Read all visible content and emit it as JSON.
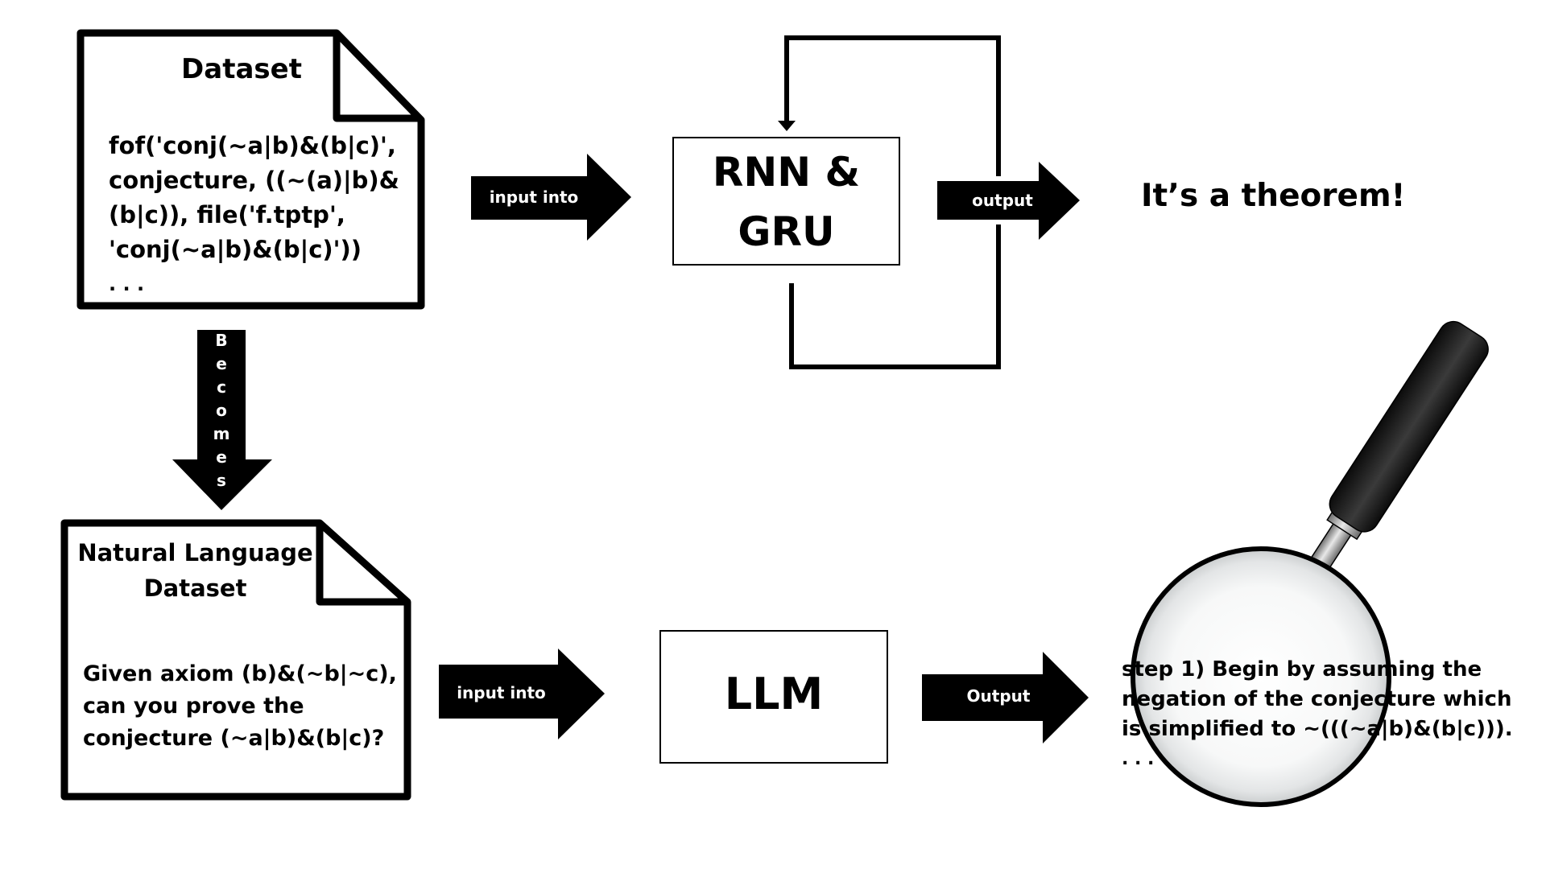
{
  "top_flow": {
    "dataset_doc": {
      "title": "Dataset",
      "lines": [
        "fof('conj(~a|b)&(b|c)',",
        "conjecture, ((~(a)|b)&",
        "(b|c)), file('f.tptp',",
        "'conj(~a|b)&(b|c)'))",
        ". . ."
      ]
    },
    "input_arrow_label": "input into",
    "model_box": {
      "line1": "RNN &",
      "line2": "GRU"
    },
    "output_arrow_label": "output",
    "result_text": "It’s a theorem!"
  },
  "transform_arrow": {
    "letters": [
      "B",
      "e",
      "c",
      "o",
      "m",
      "e",
      "s"
    ]
  },
  "bottom_flow": {
    "nl_dataset_doc": {
      "title_line1": "Natural Language",
      "title_line2": "Dataset",
      "lines": [
        "Given axiom (b)&(~b|~c),",
        "can you prove the",
        "conjecture (~a|b)&(b|c)?"
      ]
    },
    "input_arrow_label": "input into",
    "model_box": {
      "label": "LLM"
    },
    "output_arrow_label": "Output",
    "result_lines": [
      "step 1) Begin by assuming the",
      "negation of the conjecture which",
      "is simplified to ~(((~a|b)&(b|c))).",
      ". . ."
    ]
  },
  "icons": {
    "magnifier": "magnifying-glass-icon"
  },
  "colors": {
    "ink": "#000000",
    "background": "#ffffff",
    "arrow_text": "#ffffff"
  }
}
